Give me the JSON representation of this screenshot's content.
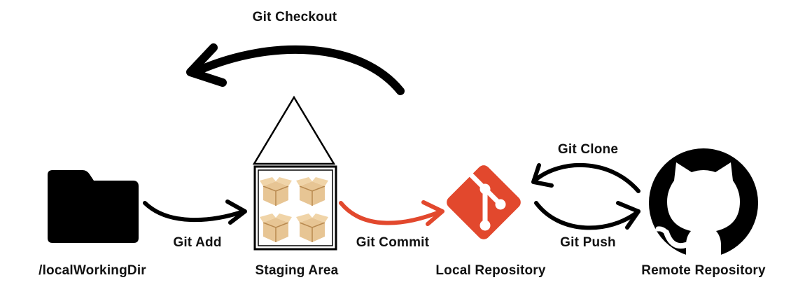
{
  "colors": {
    "ink": "#000000",
    "commit_arrow": "#e2482d",
    "git_logo": "#e2482d",
    "box_fill": "#e7c594",
    "box_dark": "#b8894f"
  },
  "labels": {
    "checkout": "Git Checkout",
    "add": "Git Add",
    "commit": "Git Commit",
    "clone": "Git Clone",
    "push": "Git Push"
  },
  "nodes": {
    "working_dir": {
      "label": "/localWorkingDir",
      "icon": "folder-icon"
    },
    "staging": {
      "label": "Staging Area",
      "icon": "boxes-icon"
    },
    "local_repo": {
      "label": "Local Repository",
      "icon": "git-logo-icon"
    },
    "remote_repo": {
      "label": "Remote Repository",
      "icon": "github-logo-icon"
    }
  }
}
